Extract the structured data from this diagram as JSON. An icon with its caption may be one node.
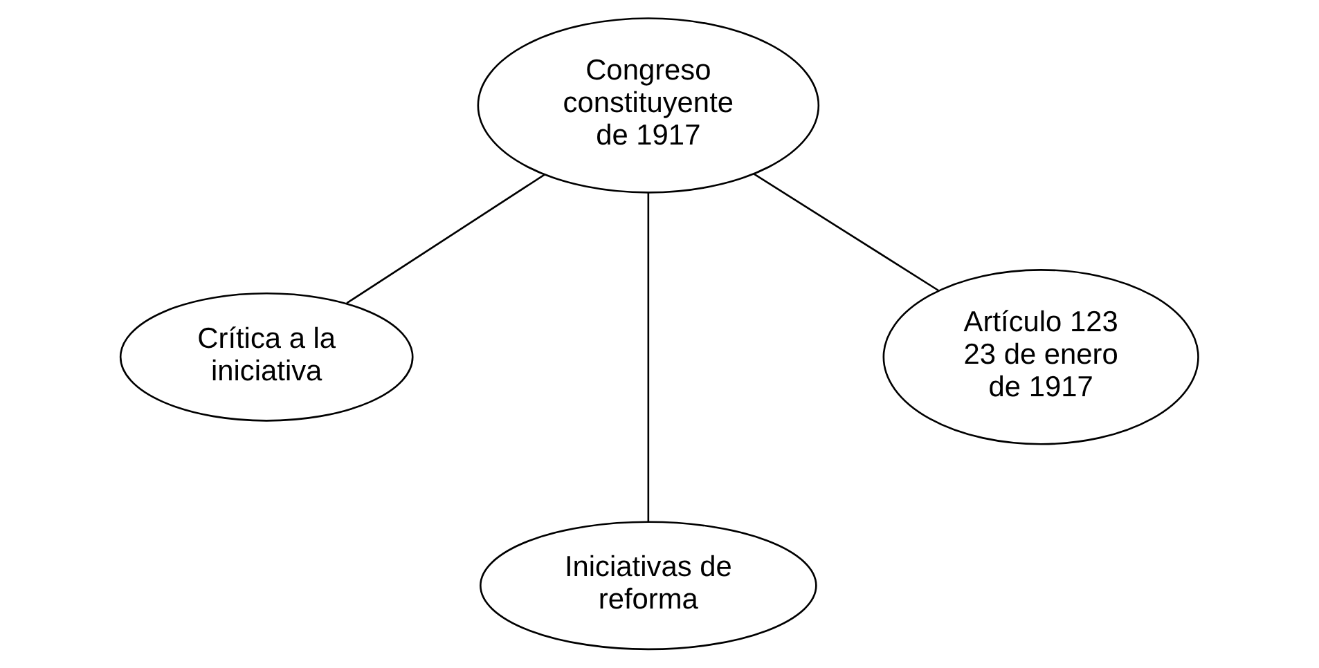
{
  "diagram": {
    "nodes": [
      {
        "text": [
          "Congreso constituyente de 1917"
        ]
      },
      {
        "text": [
          "Crítica a la iniciativa"
        ]
      },
      {
        "text": [
          "Artículo 123 23 de enero de 1917"
        ]
      },
      {
        "text": [
          "Iniciativas de reforma"
        ]
      }
    ],
    "edges": [
      {
        "from": 0,
        "to": 1,
        "arrow": "none"
      },
      {
        "from": 0,
        "to": 3,
        "arrow": "none"
      },
      {
        "from": 0,
        "to": 2,
        "arrow": "none"
      }
    ]
  }
}
